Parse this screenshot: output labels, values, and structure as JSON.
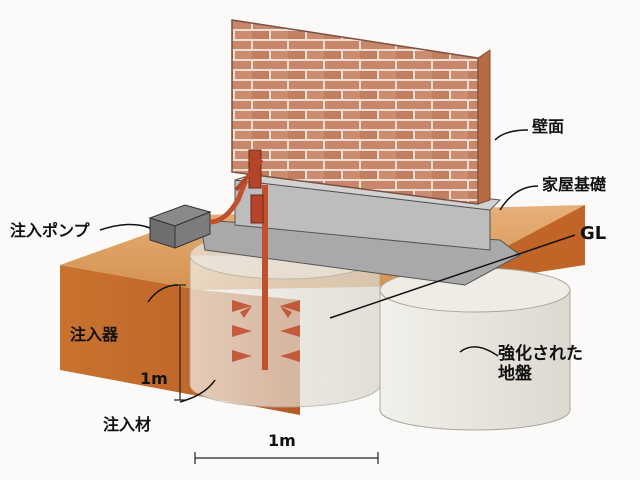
{
  "labels": {
    "wall": "壁面",
    "foundation": "家屋基礎",
    "ground_level": "GL",
    "pump": "注入ポンプ",
    "injector": "注入器",
    "strengthened_ground": "強化された\n地盤",
    "material": "注入材",
    "depth": "1m",
    "width": "1m"
  },
  "colors": {
    "brick": "#c8876a",
    "mortar": "#eeddd2",
    "soil_top": "#d99a5e",
    "soil_front": "#c46a2e",
    "concrete": "#b9b9b9",
    "cylinder": "#e8e6df",
    "injector_pipe": "#c0502e",
    "arrow": "#c04a2a"
  }
}
